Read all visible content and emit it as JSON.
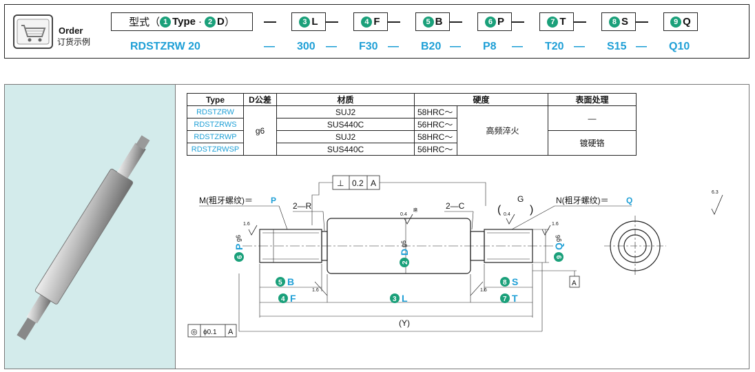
{
  "order": {
    "title": "Order",
    "subtitle": "订货示例",
    "type_box": {
      "prefix": "型式（",
      "n1": "1",
      "type_label": "Type",
      "mid": "·",
      "n2": "2",
      "d_label": "D",
      "suffix": "）"
    },
    "type_value": "RDSTZRW 20",
    "fields": [
      {
        "num": "3",
        "label": "L",
        "value": "300"
      },
      {
        "num": "4",
        "label": "F",
        "value": "F30"
      },
      {
        "num": "5",
        "label": "B",
        "value": "B20"
      },
      {
        "num": "6",
        "label": "P",
        "value": "P8"
      },
      {
        "num": "7",
        "label": "T",
        "value": "T20"
      },
      {
        "num": "8",
        "label": "S",
        "value": "S15"
      },
      {
        "num": "9",
        "label": "Q",
        "value": "Q10"
      }
    ],
    "dash": "—"
  },
  "table": {
    "headers": [
      "Type",
      "D公差",
      "材质",
      "硬度",
      "表面处理"
    ],
    "rows": [
      {
        "type": "RDSTZRW",
        "material": "SUJ2",
        "hardness": "58HRC〜"
      },
      {
        "type": "RDSTZRWS",
        "material": "SUS440C",
        "hardness": "56HRC〜"
      },
      {
        "type": "RDSTZRWP",
        "material": "SUJ2",
        "hardness": "58HRC〜"
      },
      {
        "type": "RDSTZRWSP",
        "material": "SUS440C",
        "hardness": "56HRC〜"
      }
    ],
    "tolerance": "g6",
    "heat_treatment": "高频淬火",
    "surface_none": "—",
    "surface_plated": "镀硬铬"
  },
  "drawing": {
    "perp_symbol": "⊥",
    "perp_value": "0.2",
    "datum": "A",
    "thread_left": "M(粗牙螺纹)＝",
    "thread_left_var": "P",
    "thread_right": "N(粗牙螺纹)＝",
    "thread_right_var": "Q",
    "radius": "2—R",
    "chamfer": "2—C",
    "g_label": "G",
    "rough_04": "0.4",
    "rough_16": "1.6",
    "rough_63": "6.3",
    "grind": "磨",
    "tol": "g6",
    "labels": {
      "P": "P",
      "D": "D",
      "Q": "Q",
      "B": "B",
      "F": "F",
      "L": "L",
      "S": "S",
      "T": "T"
    },
    "y_label": "(Y)",
    "conc_symbol": "◎",
    "conc_value": "ϕ0.1",
    "conc_datum": "A",
    "paren_l": "(",
    "paren_r": ")"
  },
  "colors": {
    "accent": "#1e9fd6",
    "badge": "#1aa07a",
    "photo_bg": "#d3ebeb"
  }
}
